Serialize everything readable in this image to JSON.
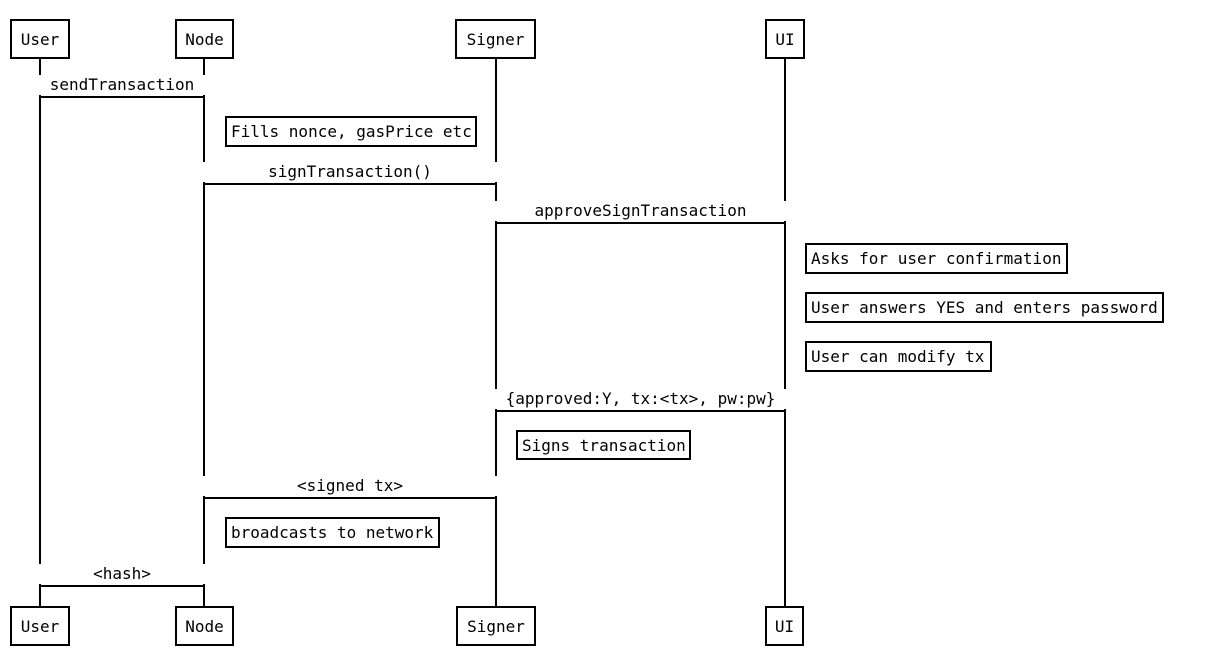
{
  "diagram": {
    "type": "sequence",
    "background_color": "#ffffff",
    "line_color": "#000000",
    "actors": [
      {
        "id": "user",
        "label": "User"
      },
      {
        "id": "node",
        "label": "Node"
      },
      {
        "id": "signer",
        "label": "Signer"
      },
      {
        "id": "ui",
        "label": "UI"
      }
    ],
    "messages": [
      {
        "from": "User",
        "to": "Node",
        "label": "sendTransaction"
      },
      {
        "from": "Node",
        "to": "Signer",
        "label": "signTransaction()"
      },
      {
        "from": "Signer",
        "to": "UI",
        "label": "approveSignTransaction"
      },
      {
        "from": "UI",
        "to": "Signer",
        "label": "{approved:Y, tx:<tx>, pw:pw}"
      },
      {
        "from": "Signer",
        "to": "Node",
        "label": "<signed tx>"
      },
      {
        "from": "Node",
        "to": "User",
        "label": "<hash>"
      }
    ],
    "notes": [
      {
        "actor": "Node",
        "label": "Fills nonce, gasPrice etc"
      },
      {
        "actor": "UI",
        "label": "Asks for user confirmation"
      },
      {
        "actor": "UI",
        "label": "User answers YES and enters password"
      },
      {
        "actor": "UI",
        "label": "User can modify tx"
      },
      {
        "actor": "Signer",
        "label": "Signs transaction"
      },
      {
        "actor": "Node",
        "label": "broadcasts to network"
      }
    ]
  }
}
